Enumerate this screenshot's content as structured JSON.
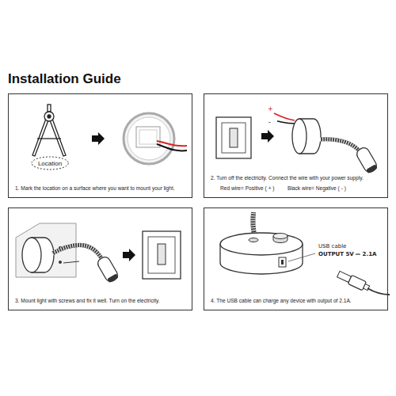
{
  "diagram": {
    "title": "Installation Guide",
    "nodes": [
      {
        "text": [
          "1. Mark the location on a surface where you want to mount your light."
        ]
      },
      {
        "text": [
          "Location"
        ],
        "in": 0
      },
      {
        "text": [
          "2. Turn off the electricity. Connect the wire with your power supply.",
          "Red wire= Positive ( + )",
          "Black wire= Negative ( - )"
        ]
      },
      {
        "text": [
          "3. Mount light with screws and fix it well. Turn on the electricity."
        ]
      },
      {
        "text": [
          "4. The USB cable can charge any device with output of 2.1A."
        ]
      }
    ],
    "labels": [
      "+",
      "-",
      "USB cable",
      "OUTPUT 5V ⎓ 2.1A"
    ]
  }
}
